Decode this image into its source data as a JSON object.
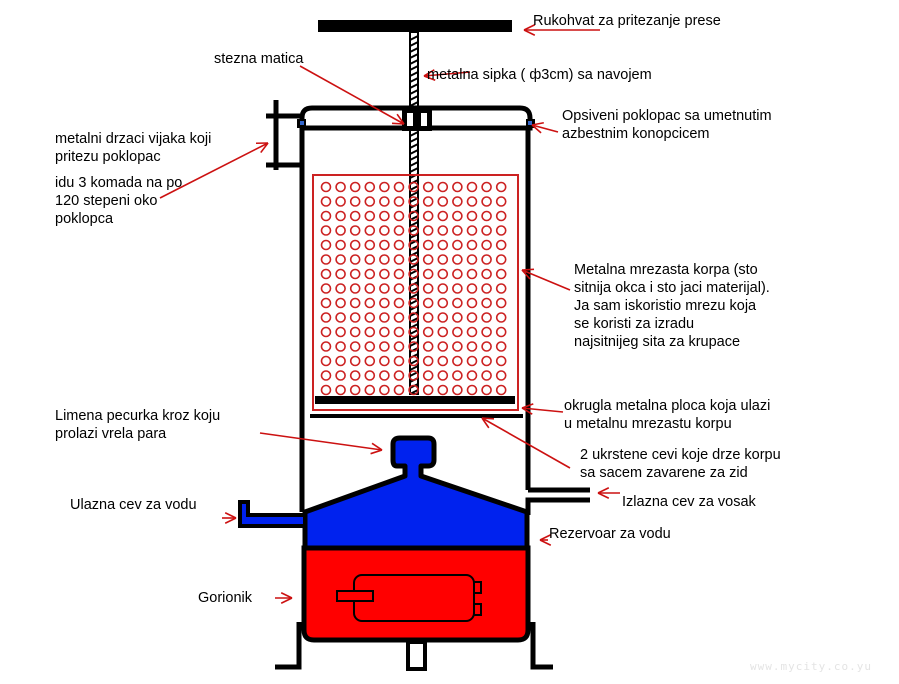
{
  "labels": {
    "handle": "Rukohvat za pritezanje prese",
    "nut": "stezna matica",
    "rod": "metalna sipka ( ф3cm) sa navojem",
    "lid": "Opsiveni poklopac sa umetnutim\nazbestnim konopcicem",
    "bolts": "metalni drzaci vijaka koji\npritezu poklopac",
    "bolts_count": "idu 3 komada na po\n120 stepeni oko\npoklopca",
    "basket": "Metalna mrezasta korpa (sto\nsitnija okca i sto jaci materijal).\nJa sam iskoristio mrezu koja\nse koristi za izradu\nnajsitnijeg sita za krupace",
    "plate": "okrugla metalna ploca koja ulazi\nu metalnu mrezastu korpu",
    "cross_pipes": "2 ukrstene cevi koje drze korpu\nsa sacem zavarene za zid",
    "mushroom": "Limena pecurka kroz koju\nprolazi vrela para",
    "inlet": "Ulazna cev za vodu",
    "outlet": "Izlazna cev za vosak",
    "reservoir": "Rezervoar za vodu",
    "burner": "Gorionik"
  },
  "watermark": "www.mycity.co.yu",
  "colors": {
    "water": "#0022ee",
    "fire": "#ff0000",
    "arrow": "#cc1111",
    "ink": "#000000"
  }
}
